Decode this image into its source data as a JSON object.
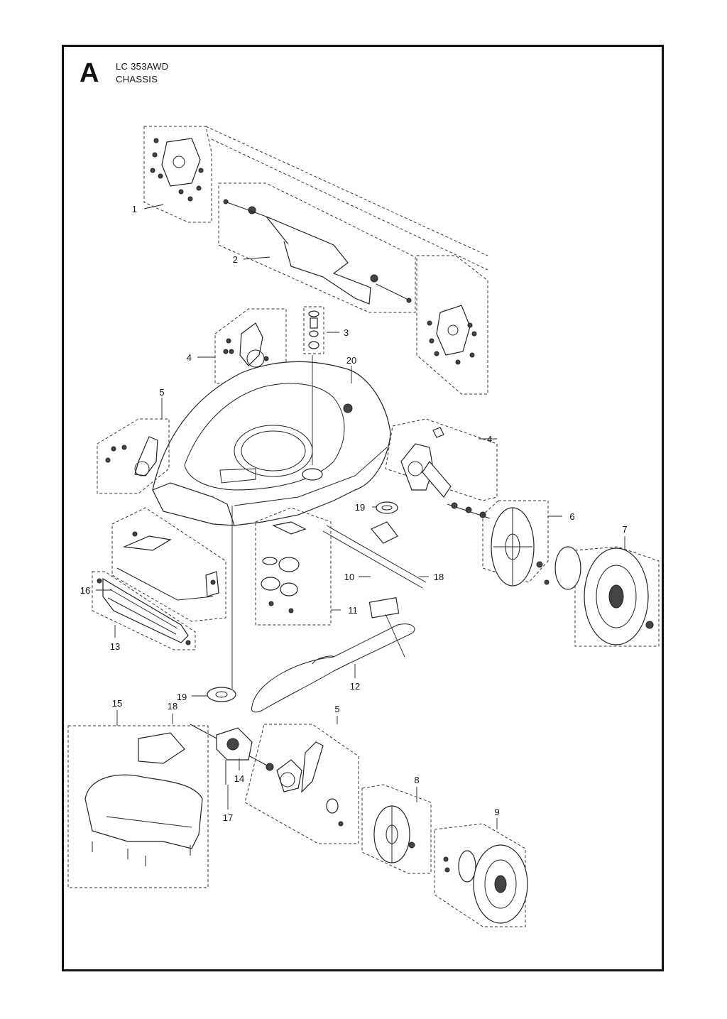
{
  "header": {
    "section_letter": "A",
    "model": "LC 353AWD",
    "title": "CHASSIS"
  },
  "callouts": [
    {
      "id": "c1",
      "label": "1"
    },
    {
      "id": "c2",
      "label": "2"
    },
    {
      "id": "c3",
      "label": "3"
    },
    {
      "id": "c4a",
      "label": "4"
    },
    {
      "id": "c20",
      "label": "20"
    },
    {
      "id": "c5a",
      "label": "5"
    },
    {
      "id": "c4b",
      "label": "4"
    },
    {
      "id": "c19a",
      "label": "19"
    },
    {
      "id": "c6",
      "label": "6"
    },
    {
      "id": "c7",
      "label": "7"
    },
    {
      "id": "c16",
      "label": "16"
    },
    {
      "id": "c10",
      "label": "10"
    },
    {
      "id": "c18a",
      "label": "18"
    },
    {
      "id": "c11",
      "label": "11"
    },
    {
      "id": "c13",
      "label": "13"
    },
    {
      "id": "c12",
      "label": "12"
    },
    {
      "id": "c19b",
      "label": "19"
    },
    {
      "id": "c15",
      "label": "15"
    },
    {
      "id": "c18b",
      "label": "18"
    },
    {
      "id": "c5b",
      "label": "5"
    },
    {
      "id": "c14",
      "label": "14"
    },
    {
      "id": "c8",
      "label": "8"
    },
    {
      "id": "c17",
      "label": "17"
    },
    {
      "id": "c9",
      "label": "9"
    }
  ]
}
